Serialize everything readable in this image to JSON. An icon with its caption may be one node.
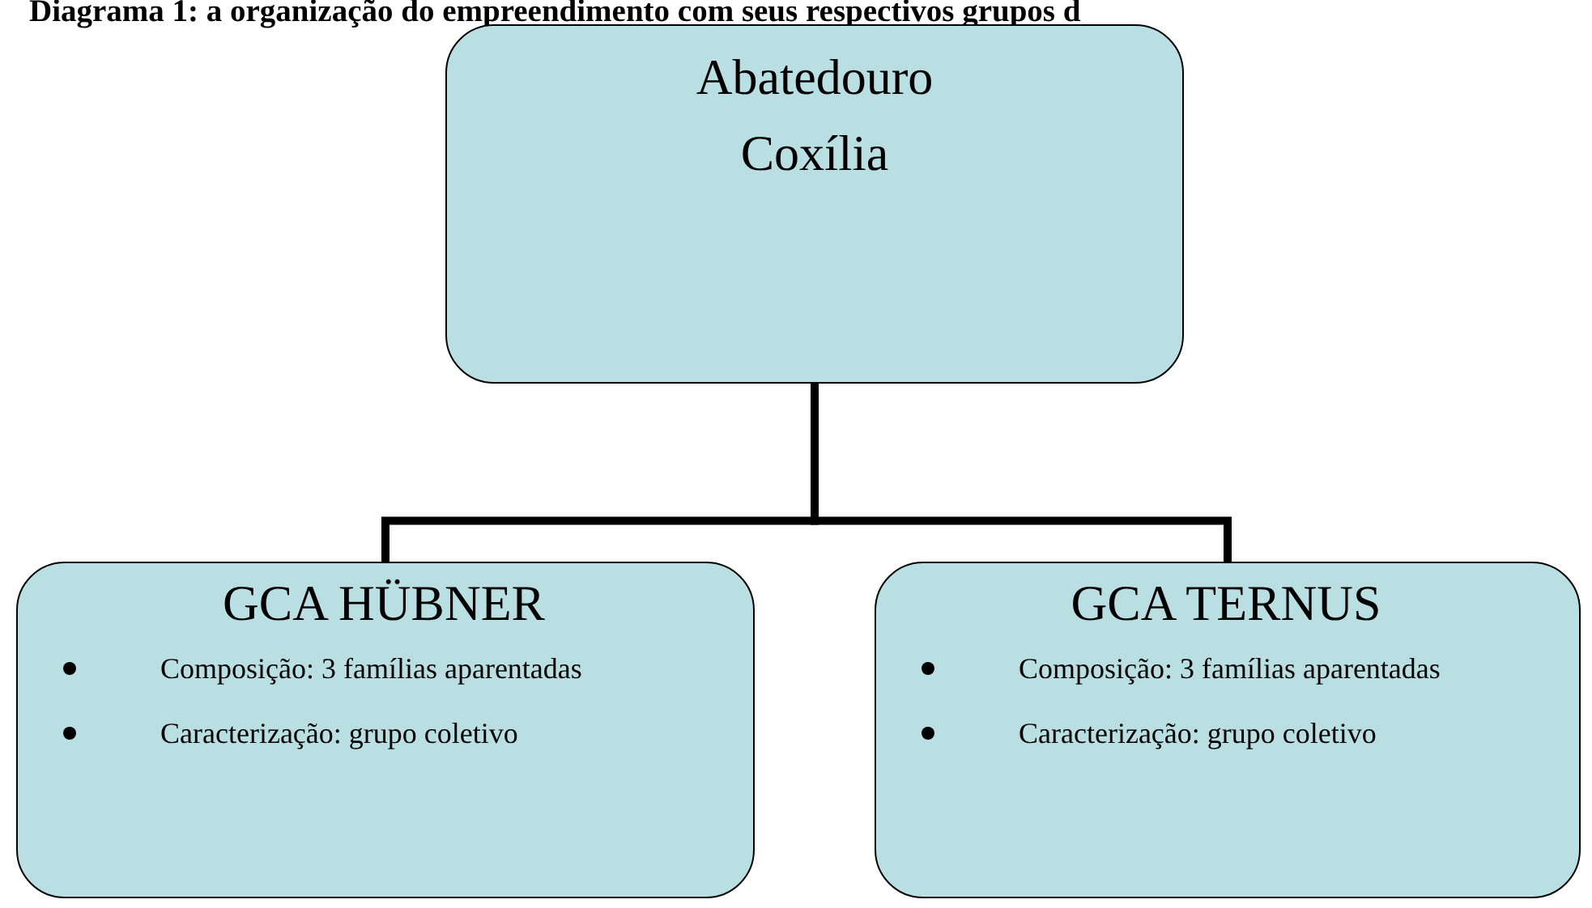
{
  "diagram": {
    "title": "Diagrama 1: a organização do empreendimento com seus respectivos grupos d",
    "nodes": [
      {
        "text": [
          "Abatedouro",
          "Coxília"
        ]
      },
      {
        "text": [
          "GCA HÜBNER",
          "Composição: 3 famílias aparentadas",
          "Caracterização: grupo coletivo"
        ]
      },
      {
        "text": [
          "GCA TERNUS",
          "Composição: 3 famílias aparentadas",
          "Caracterização: grupo coletivo"
        ]
      }
    ],
    "edges": [
      {
        "from": 0,
        "to": 1,
        "arrow": "none"
      },
      {
        "from": 0,
        "to": 2,
        "arrow": "none"
      }
    ]
  }
}
